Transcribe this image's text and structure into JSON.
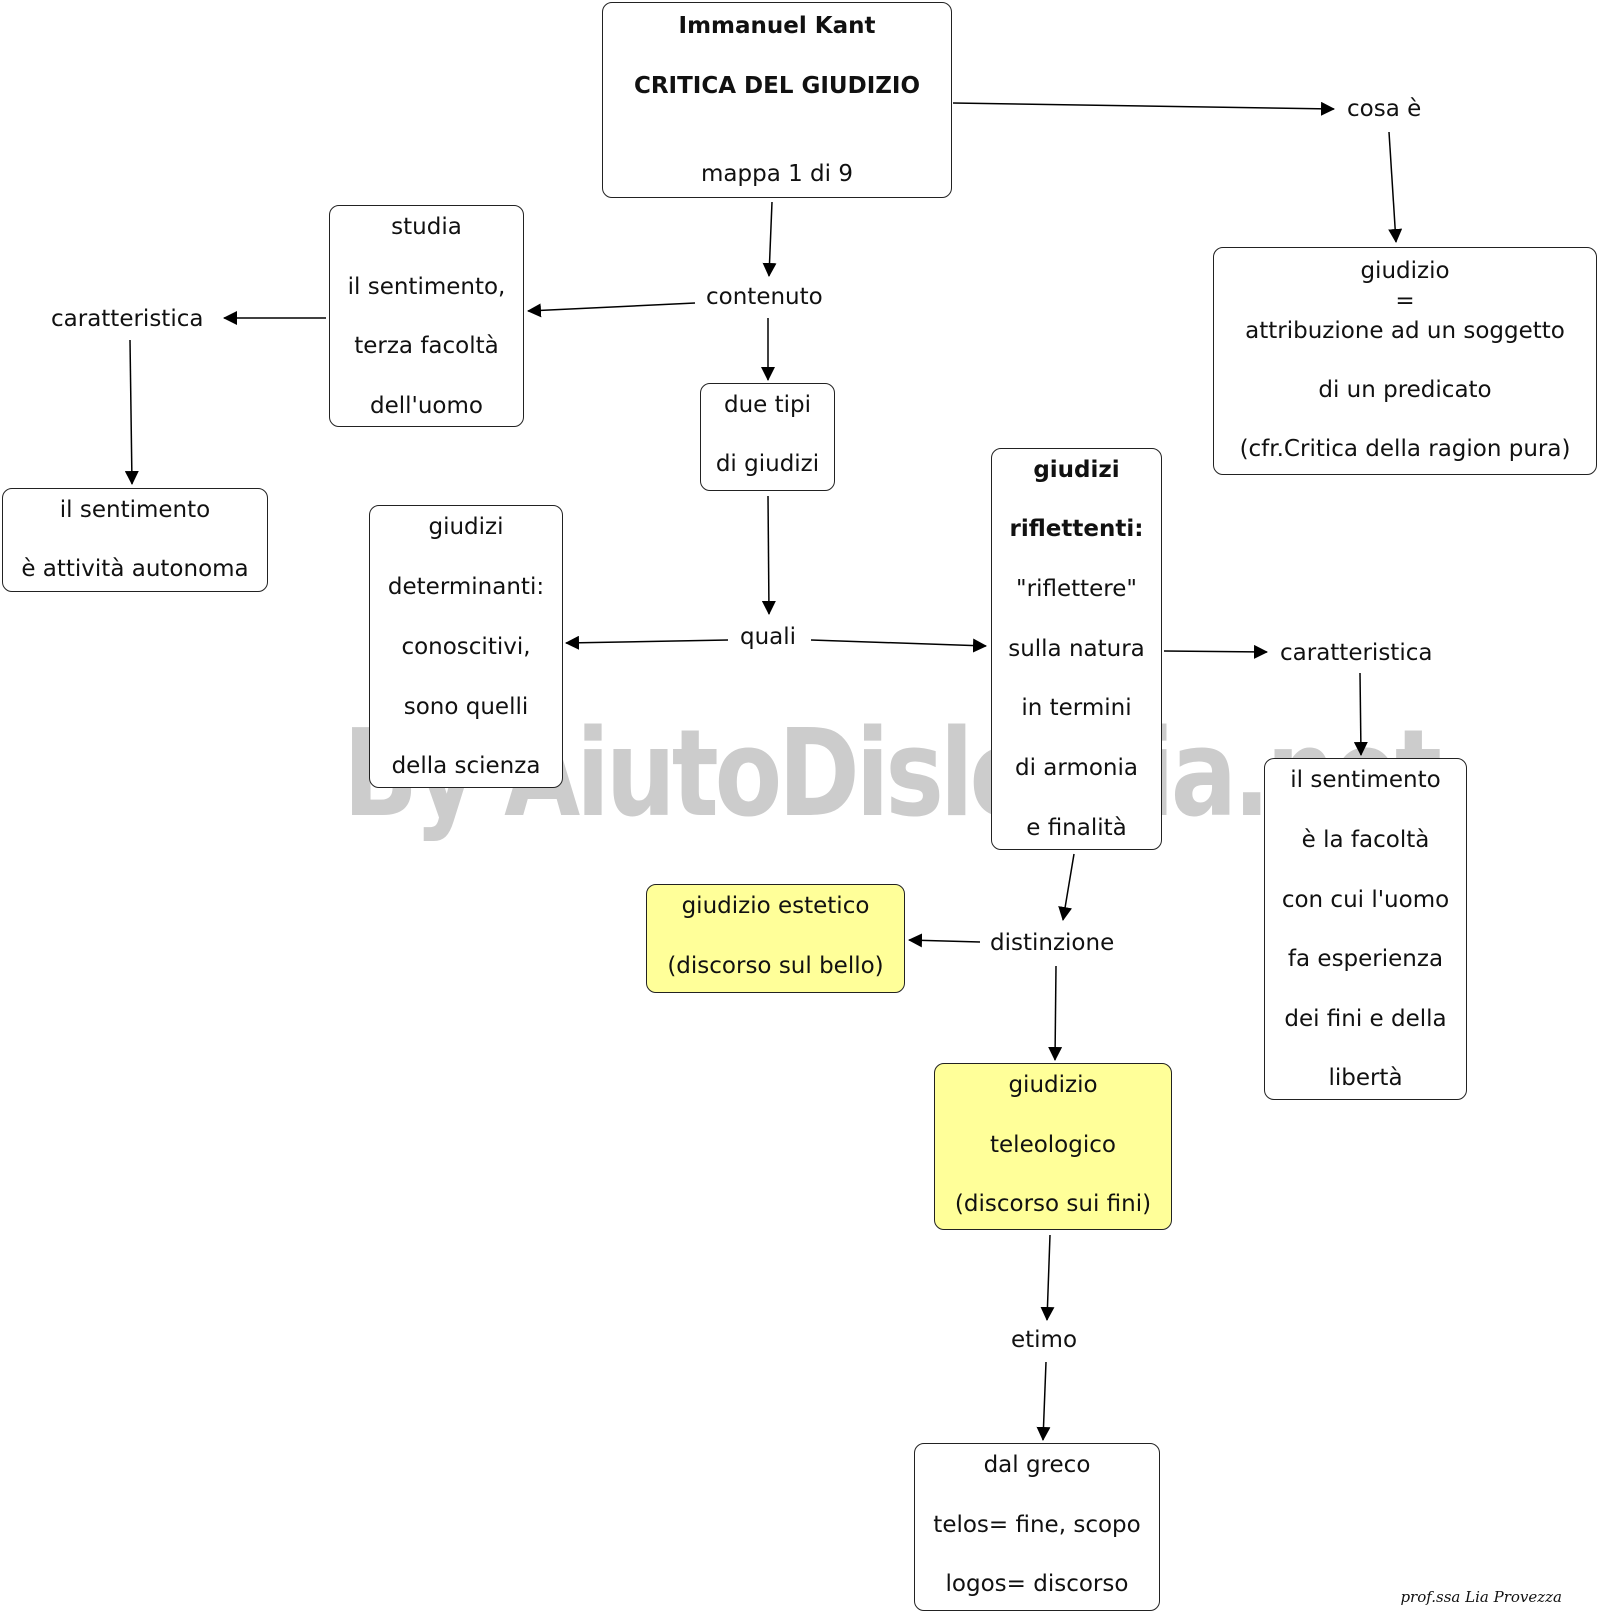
{
  "title_box": {
    "author": "Immanuel Kant",
    "work": "CRITICA DEL GIUDIZIO",
    "map_no": "mappa 1 di 9"
  },
  "links": {
    "cosa_e": "cosa è",
    "contenuto": "contenuto",
    "caratteristica_left": "caratteristica",
    "quali": "quali",
    "caratteristica_right": "caratteristica",
    "distinzione": "distinzione",
    "etimo": "etimo"
  },
  "nodes": {
    "giudizio_def": [
      "giudizio",
      "=",
      "attribuzione ad un soggetto",
      "di un predicato",
      "(cfr.Critica della ragion pura)"
    ],
    "studia": [
      "studia",
      "il sentimento,",
      "terza facoltà",
      "dell'uomo"
    ],
    "sentimento_autonomo": [
      "il sentimento",
      "è attività autonoma"
    ],
    "due_tipi": [
      "due tipi",
      "di giudizi"
    ],
    "determinanti": [
      "giudizi",
      "determinanti:",
      "conoscitivi,",
      "sono quelli",
      "della scienza"
    ],
    "riflettenti_title": [
      "giudizi",
      "riflettenti:"
    ],
    "riflettenti_body": [
      "\"riflettere\"",
      "sulla natura",
      "in termini",
      "di armonia",
      "e finalità"
    ],
    "sentimento_facolta": [
      "il sentimento",
      "è la facoltà",
      "con cui l'uomo",
      "fa esperienza",
      "dei fini e della",
      "libertà"
    ],
    "estetico": [
      "giudizio estetico",
      "(discorso sul bello)"
    ],
    "teleologico": [
      "giudizio",
      "teleologico",
      "(discorso sui fini)"
    ],
    "greco": [
      "dal greco",
      "telos= fine, scopo",
      "logos= discorso"
    ]
  },
  "watermark": "By AiutoDislessia.net",
  "signature": "prof.ssa Lia Provezza",
  "colors": {
    "highlight": "#ffff99",
    "watermark": "#cccccc",
    "line": "#000000"
  }
}
